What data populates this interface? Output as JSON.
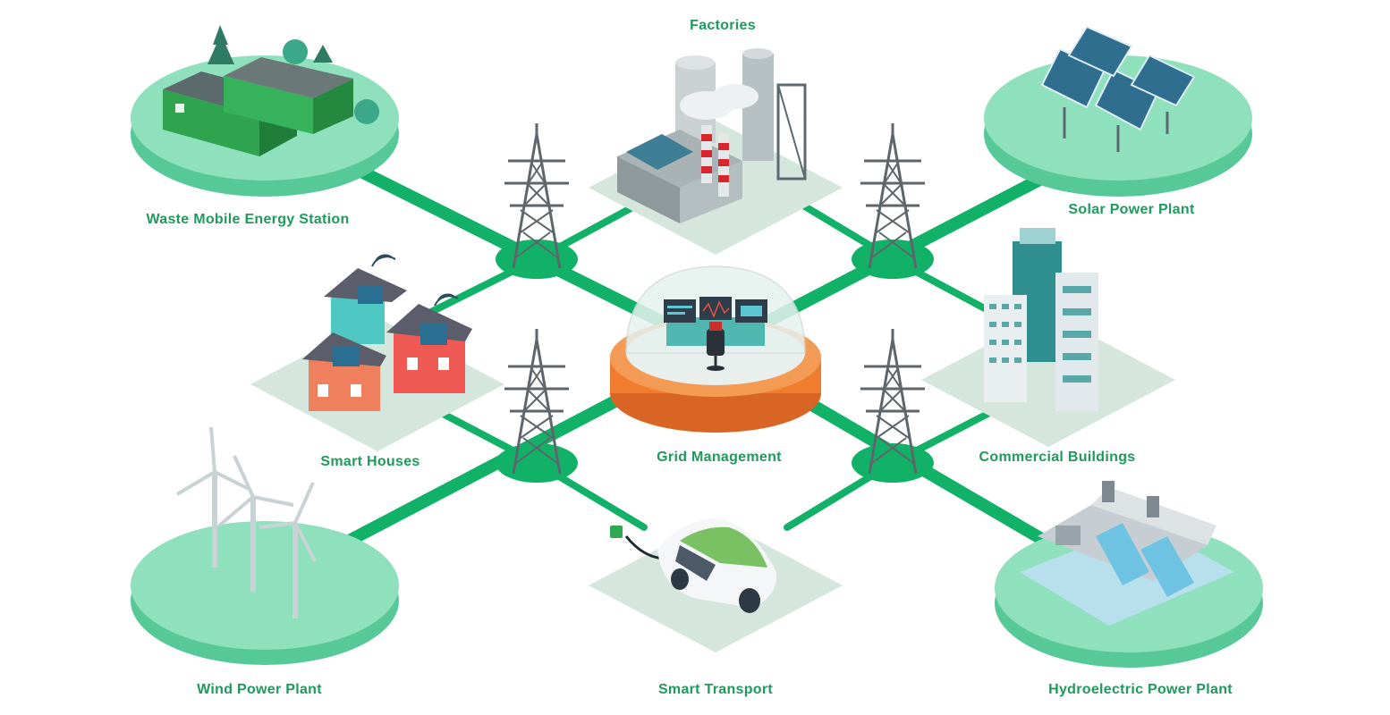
{
  "colors": {
    "line": "#12b168",
    "label": "#1e9a5c",
    "platform": "#8fe0bd",
    "platform_side": "#57c999",
    "tile": "#d5e6dd",
    "tile_side": "#bfd6ca",
    "orange": "#ef7d2d"
  },
  "nodes": [
    {
      "id": "waste-mobile-energy-station",
      "label": "Waste Mobile Energy Station",
      "icon": "container-icon"
    },
    {
      "id": "factories",
      "label": "Factories",
      "icon": "factory-icon"
    },
    {
      "id": "solar-power-plant",
      "label": "Solar Power Plant",
      "icon": "solar-panel-icon"
    },
    {
      "id": "smart-houses",
      "label": "Smart Houses",
      "icon": "house-icon"
    },
    {
      "id": "grid-management",
      "label": "Grid Management",
      "icon": "control-room-icon"
    },
    {
      "id": "commercial-buildings",
      "label": "Commercial Buildings",
      "icon": "office-building-icon"
    },
    {
      "id": "wind-power-plant",
      "label": "Wind Power Plant",
      "icon": "wind-turbine-icon"
    },
    {
      "id": "smart-transport",
      "label": "Smart Transport",
      "icon": "electric-car-icon"
    },
    {
      "id": "hydroelectric-power-plant",
      "label": "Hydroelectric Power Plant",
      "icon": "dam-icon"
    }
  ],
  "towers": [
    "tower-top-left",
    "tower-top-right",
    "tower-bottom-left",
    "tower-bottom-right"
  ]
}
